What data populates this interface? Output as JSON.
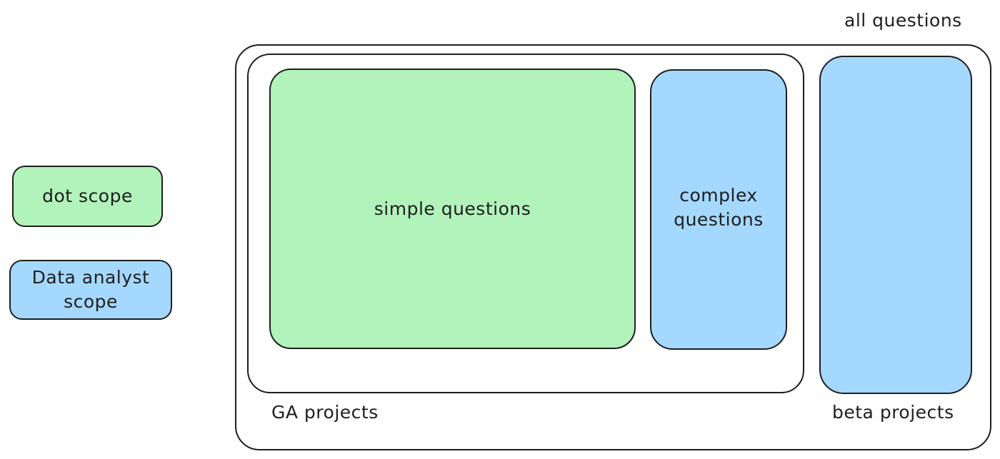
{
  "colors": {
    "green": "#b2f2bb",
    "blue": "#a5d8ff",
    "stroke": "#1e1e1e",
    "background": "#ffffff"
  },
  "legend": {
    "dot_scope": "dot scope",
    "data_analyst_line1": "Data analyst",
    "data_analyst_line2": "scope"
  },
  "diagram": {
    "all_questions": "all questions",
    "ga_projects": "GA projects",
    "beta_projects": "beta projects",
    "simple_questions": "simple questions",
    "complex_line1": "complex",
    "complex_line2": "questions"
  }
}
